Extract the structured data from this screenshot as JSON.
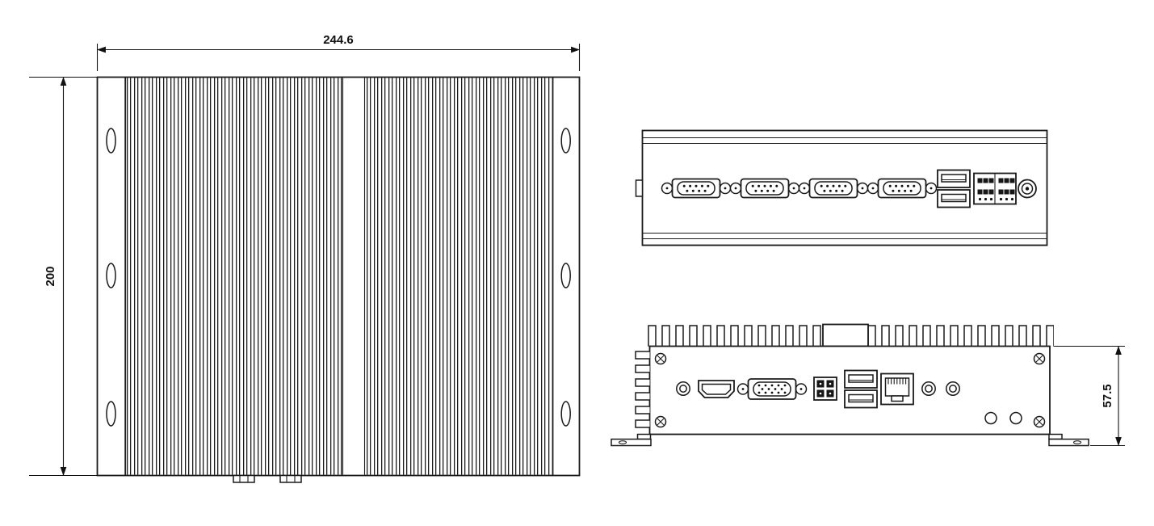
{
  "drawing": {
    "dimensions": {
      "top_width_mm": "244.6",
      "top_height_mm": "200",
      "side_height_mm": "57.5"
    }
  }
}
